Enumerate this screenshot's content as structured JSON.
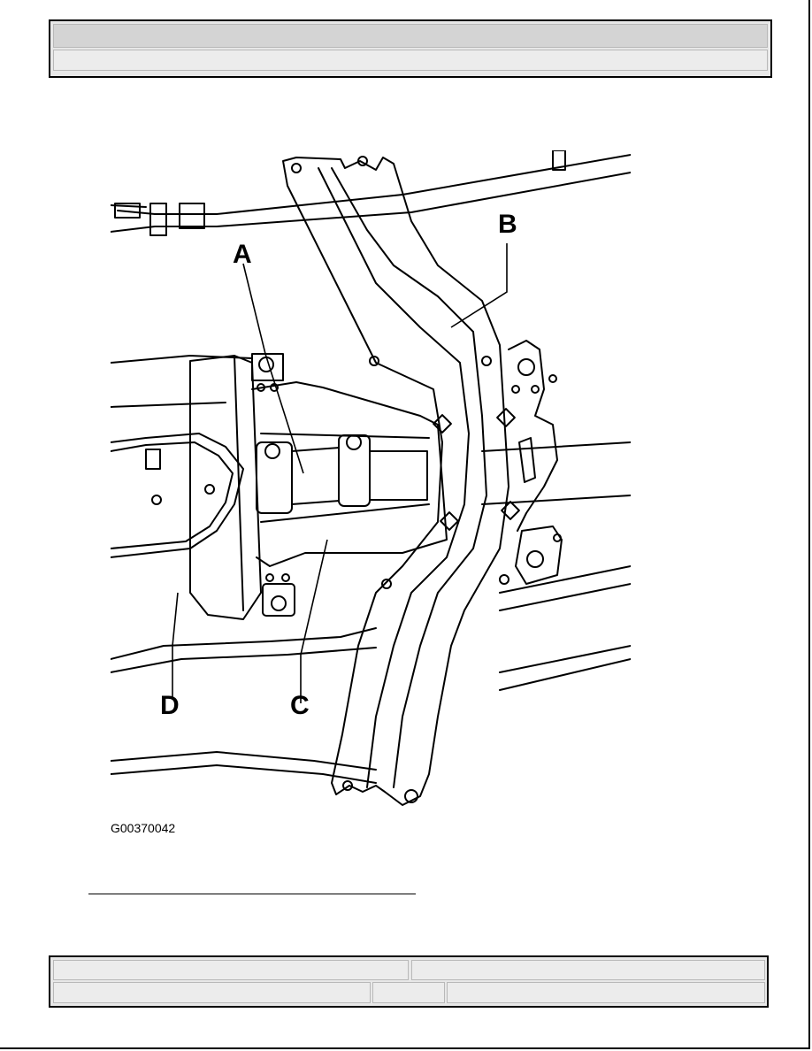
{
  "figure": {
    "callouts": [
      "A",
      "B",
      "C",
      "D"
    ],
    "caption": "G00370042"
  }
}
